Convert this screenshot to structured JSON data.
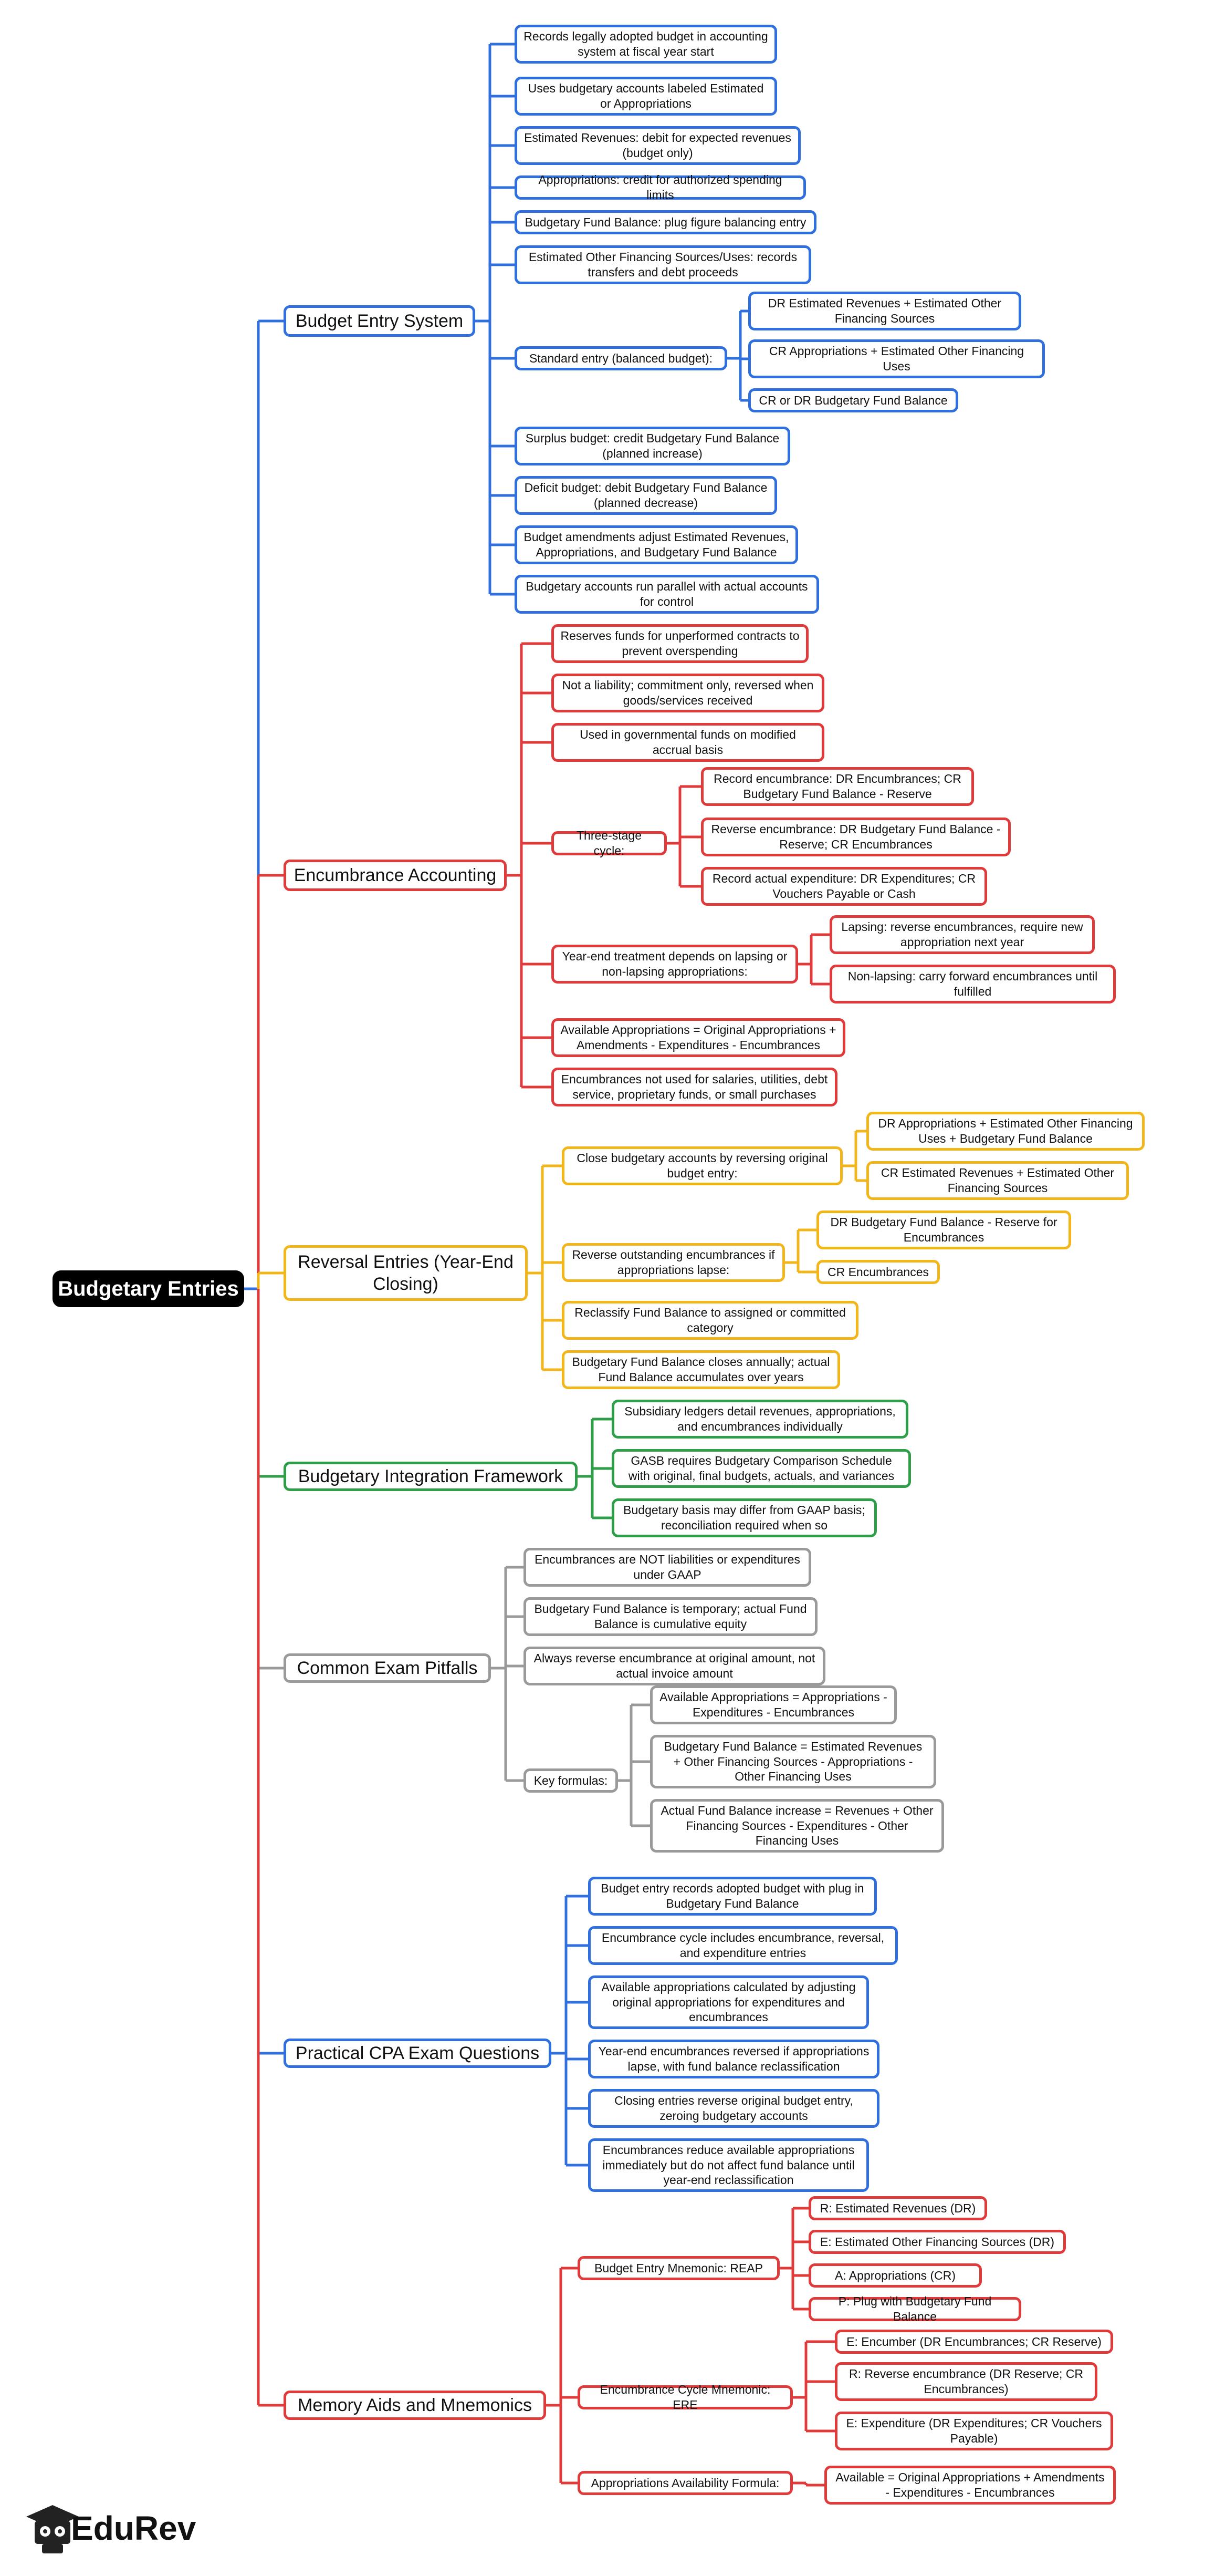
{
  "root": {
    "label": "Budgetary Entries"
  },
  "colors": {
    "blue": "#2f6fde",
    "red": "#e03a3a",
    "yellow": "#f2b61b",
    "green": "#2e9e48",
    "gray": "#9a9a9a",
    "root_bg": "#000000"
  },
  "branches": [
    {
      "label": "Budget Entry System",
      "color": "blue",
      "children": [
        {
          "label": "Records legally adopted budget in accounting system at fiscal year start"
        },
        {
          "label": "Uses budgetary accounts labeled Estimated or Appropriations"
        },
        {
          "label": "Estimated Revenues: debit for expected revenues (budget only)"
        },
        {
          "label": "Appropriations: credit for authorized spending limits"
        },
        {
          "label": "Budgetary Fund Balance: plug figure balancing entry"
        },
        {
          "label": "Estimated Other Financing Sources/Uses: records transfers and debt proceeds"
        },
        {
          "label": "Standard entry (balanced budget):",
          "children": [
            {
              "label": "DR Estimated Revenues + Estimated Other Financing Sources"
            },
            {
              "label": "CR Appropriations + Estimated Other Financing Uses"
            },
            {
              "label": "CR or DR Budgetary Fund Balance"
            }
          ]
        },
        {
          "label": "Surplus budget: credit Budgetary Fund Balance (planned increase)"
        },
        {
          "label": "Deficit budget: debit Budgetary Fund Balance (planned decrease)"
        },
        {
          "label": "Budget amendments adjust Estimated Revenues, Appropriations, and Budgetary Fund Balance"
        },
        {
          "label": "Budgetary accounts run parallel with actual accounts for control"
        }
      ]
    },
    {
      "label": "Encumbrance Accounting",
      "color": "red",
      "children": [
        {
          "label": "Reserves funds for unperformed contracts to prevent overspending"
        },
        {
          "label": "Not a liability; commitment only, reversed when goods/services received"
        },
        {
          "label": "Used in governmental funds on modified accrual basis"
        },
        {
          "label": "Three-stage cycle:",
          "children": [
            {
              "label": "Record encumbrance: DR Encumbrances; CR Budgetary Fund Balance - Reserve"
            },
            {
              "label": "Reverse encumbrance: DR Budgetary Fund Balance - Reserve; CR Encumbrances"
            },
            {
              "label": "Record actual expenditure: DR Expenditures; CR Vouchers Payable or Cash"
            }
          ]
        },
        {
          "label": "Year-end treatment depends on lapsing or non-lapsing appropriations:",
          "children": [
            {
              "label": "Lapsing: reverse encumbrances, require new appropriation next year"
            },
            {
              "label": "Non-lapsing: carry forward encumbrances until fulfilled"
            }
          ]
        },
        {
          "label": "Available Appropriations = Original Appropriations + Amendments - Expenditures - Encumbrances"
        },
        {
          "label": "Encumbrances not used for salaries, utilities, debt service, proprietary funds, or small purchases"
        }
      ]
    },
    {
      "label": "Reversal Entries (Year-End Closing)",
      "color": "yellow",
      "children": [
        {
          "label": "Close budgetary accounts by reversing original budget entry:",
          "children": [
            {
              "label": "DR Appropriations + Estimated Other Financing Uses + Budgetary Fund Balance"
            },
            {
              "label": "CR Estimated Revenues + Estimated Other Financing Sources"
            }
          ]
        },
        {
          "label": "Reverse outstanding encumbrances if appropriations lapse:",
          "children": [
            {
              "label": "DR Budgetary Fund Balance - Reserve for Encumbrances"
            },
            {
              "label": "CR Encumbrances"
            }
          ]
        },
        {
          "label": "Reclassify Fund Balance to assigned or committed category"
        },
        {
          "label": "Budgetary Fund Balance closes annually; actual Fund Balance accumulates over years"
        }
      ]
    },
    {
      "label": "Budgetary Integration Framework",
      "color": "green",
      "children": [
        {
          "label": "Subsidiary ledgers detail revenues, appropriations, and encumbrances individually"
        },
        {
          "label": "GASB requires Budgetary Comparison Schedule with original, final budgets, actuals, and variances"
        },
        {
          "label": "Budgetary basis may differ from GAAP basis; reconciliation required when so"
        }
      ]
    },
    {
      "label": "Common Exam Pitfalls",
      "color": "gray",
      "children": [
        {
          "label": "Encumbrances are NOT liabilities or expenditures under GAAP"
        },
        {
          "label": "Budgetary Fund Balance is temporary; actual Fund Balance is cumulative equity"
        },
        {
          "label": "Always reverse encumbrance at original amount, not actual invoice amount"
        },
        {
          "label": "Key formulas:",
          "children": [
            {
              "label": "Available Appropriations = Appropriations - Expenditures - Encumbrances"
            },
            {
              "label": "Budgetary Fund Balance = Estimated Revenues + Other Financing Sources - Appropriations - Other Financing Uses"
            },
            {
              "label": "Actual Fund Balance increase = Revenues + Other Financing Sources - Expenditures - Other Financing Uses"
            }
          ]
        }
      ]
    },
    {
      "label": "Practical CPA Exam Questions",
      "color": "blue",
      "children": [
        {
          "label": "Budget entry records adopted budget with plug in Budgetary Fund Balance"
        },
        {
          "label": "Encumbrance cycle includes encumbrance, reversal, and expenditure entries"
        },
        {
          "label": "Available appropriations calculated by adjusting original appropriations for expenditures and encumbrances"
        },
        {
          "label": "Year-end encumbrances reversed if appropriations lapse, with fund balance reclassification"
        },
        {
          "label": "Closing entries reverse original budget entry, zeroing budgetary accounts"
        },
        {
          "label": "Encumbrances reduce available appropriations immediately but do not affect fund balance until year-end reclassification"
        }
      ]
    },
    {
      "label": "Memory Aids and Mnemonics",
      "color": "red",
      "children": [
        {
          "label": "Budget Entry Mnemonic: REAP",
          "children": [
            {
              "label": "R: Estimated Revenues (DR)"
            },
            {
              "label": "E: Estimated Other Financing Sources (DR)"
            },
            {
              "label": "A: Appropriations (CR)"
            },
            {
              "label": "P: Plug with Budgetary Fund Balance"
            }
          ]
        },
        {
          "label": "Encumbrance Cycle Mnemonic: ERE",
          "children": [
            {
              "label": "E: Encumber (DR Encumbrances; CR Reserve)"
            },
            {
              "label": "R: Reverse encumbrance (DR Reserve; CR Encumbrances)"
            },
            {
              "label": "E: Expenditure (DR Expenditures; CR Vouchers Payable)"
            }
          ]
        },
        {
          "label": "Appropriations Availability Formula:",
          "children": [
            {
              "label": "Available = Original Appropriations + Amendments - Expenditures - Encumbrances"
            }
          ]
        }
      ]
    }
  ],
  "logo": {
    "brand": "EduRev",
    "icon": "graduation-cap-icon"
  }
}
